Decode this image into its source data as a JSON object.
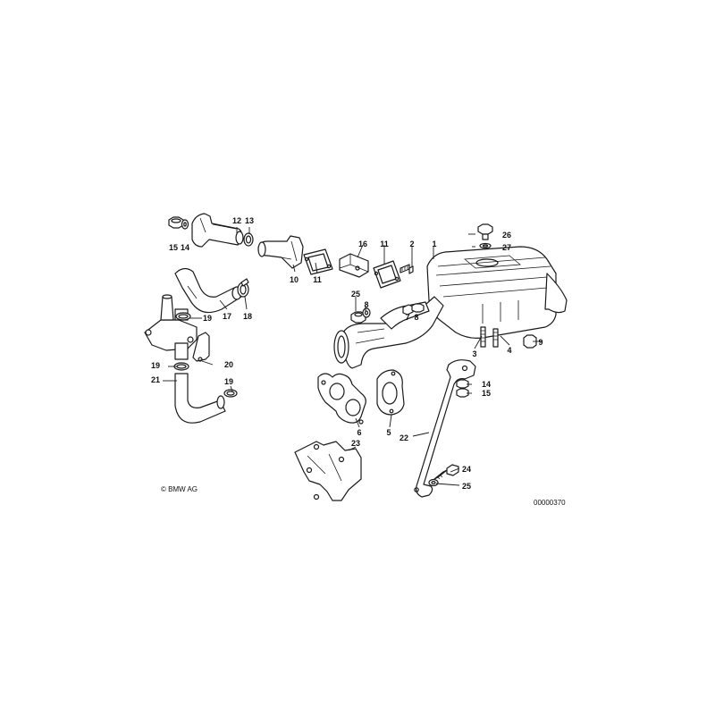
{
  "callouts": {
    "p1": "1",
    "p2": "2",
    "p3": "3",
    "p4": "4",
    "p5": "5",
    "p6": "6",
    "p7": "7",
    "p8a": "8",
    "p8b": "8",
    "p9": "9",
    "p10": "10",
    "p11a": "11",
    "p11b": "11",
    "p12": "12",
    "p13": "13",
    "p14a": "14",
    "p14b": "14",
    "p15a": "15",
    "p15b": "15",
    "p16": "16",
    "p17": "17",
    "p18": "18",
    "p19a": "19",
    "p19b": "19",
    "p19c": "19",
    "p20": "20",
    "p21": "21",
    "p22": "22",
    "p23": "23",
    "p24": "24",
    "p25a": "25",
    "p25b": "25",
    "p26": "26",
    "p27": "27"
  },
  "copyright": "© BMW AG",
  "diagram_id": "00000370"
}
